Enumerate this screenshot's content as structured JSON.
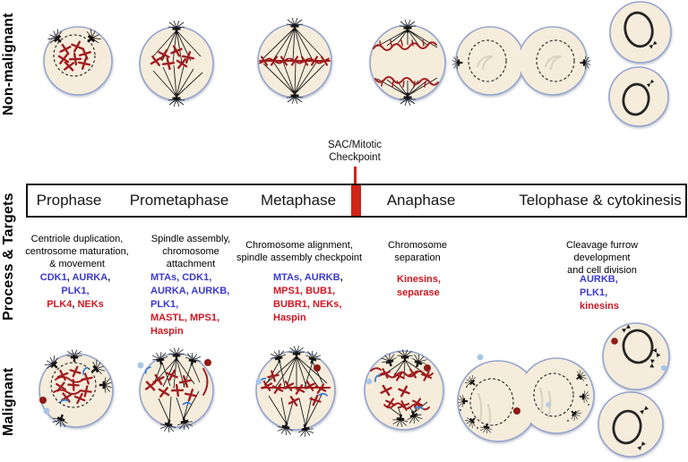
{
  "row_labels": {
    "top": "Non-malignant",
    "middle": "Process & Targets",
    "bottom": "Malignant"
  },
  "checkpoint": {
    "line1": "SAC/Mitotic",
    "line2": "Checkpoint"
  },
  "colors": {
    "blue": "#3939d2",
    "red": "#cf1520",
    "black": "#1a1a1a",
    "checkpoint_red": "#cf2417",
    "cell_fill": "#f5ecdb",
    "cell_stroke": "#96a5cd",
    "chromosome_red": "#a01d20",
    "dot_red": "#8e1a14",
    "dot_blue": "#a9c6e9"
  },
  "phases": [
    {
      "name": "Prophase",
      "process": "Centriole duplication,\ncentrosome maturation,\n& movement",
      "targets": [
        [
          {
            "t": "CDK1",
            "c": "blue"
          },
          {
            "t": ", ",
            "c": "black"
          },
          {
            "t": "AURKA",
            "c": "blue"
          },
          {
            "t": ",",
            "c": "black"
          }
        ],
        [
          {
            "t": "PLK1,",
            "c": "blue"
          }
        ],
        [
          {
            "t": "PLK4",
            "c": "red"
          },
          {
            "t": ", ",
            "c": "black"
          },
          {
            "t": "NEKs",
            "c": "red"
          }
        ]
      ]
    },
    {
      "name": "Prometaphase",
      "process": "Spindle assembly,\nchromosome\nattachment",
      "targets": [
        [
          {
            "t": "MTAs, CDK1,",
            "c": "blue"
          }
        ],
        [
          {
            "t": "AURKA, AURKB,",
            "c": "blue"
          }
        ],
        [
          {
            "t": "PLK1,",
            "c": "blue"
          }
        ],
        [
          {
            "t": "MASTL, MPS1,",
            "c": "red"
          }
        ],
        [
          {
            "t": "Haspin",
            "c": "red"
          }
        ]
      ]
    },
    {
      "name": "Metaphase",
      "process": "Chromosome alignment,\nspindle assembly checkpoint",
      "targets": [
        [
          {
            "t": "MTAs, AURKB",
            "c": "blue"
          },
          {
            "t": ",",
            "c": "black"
          }
        ],
        [
          {
            "t": "MPS1, BUB1,",
            "c": "red"
          }
        ],
        [
          {
            "t": "BUBR1, NEKs,",
            "c": "red"
          }
        ],
        [
          {
            "t": "Haspin",
            "c": "red"
          }
        ]
      ]
    },
    {
      "name": "Anaphase",
      "process": "Chromosome\nseparation",
      "targets": [
        [
          {
            "t": "Kinesins,",
            "c": "red"
          }
        ],
        [
          {
            "t": "separase",
            "c": "red"
          }
        ]
      ]
    },
    {
      "name": "Telophase & cytokinesis",
      "process": "Cleavage furrow development\nand cell division",
      "targets": [
        [
          {
            "t": "AURKB,",
            "c": "blue"
          }
        ],
        [
          {
            "t": "PLK1,",
            "c": "blue"
          }
        ],
        [
          {
            "t": "kinesins",
            "c": "red"
          }
        ]
      ]
    }
  ]
}
